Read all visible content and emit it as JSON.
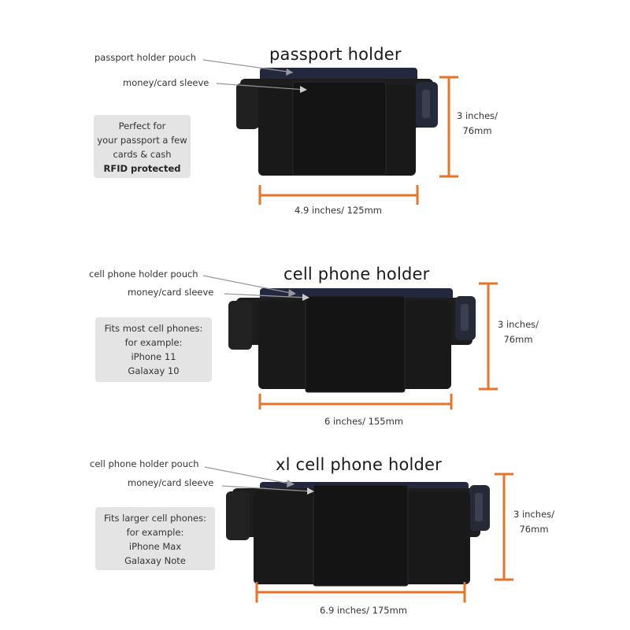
{
  "colors": {
    "accent": "#e8742a",
    "belt": "#1d1d1d",
    "pouch": "#23283f",
    "box": "#e4e4e4"
  },
  "products": [
    {
      "title": "passport holder",
      "pouch_label": "passport holder pouch",
      "sleeve_label": "money/card sleeve",
      "info": {
        "lines": [
          "Perfect for",
          "your passport a few",
          "cards & cash"
        ],
        "strong": "RFID protected"
      },
      "width_label": "4.9 inches/ 125mm",
      "height_label": [
        "3 inches/",
        "76mm"
      ]
    },
    {
      "title": "cell phone holder",
      "pouch_label": "cell phone holder pouch",
      "sleeve_label": "money/card sleeve",
      "info": {
        "lines": [
          "Fits most cell phones:",
          "for example:",
          "iPhone 11",
          "Galaxay 10"
        ],
        "strong": ""
      },
      "width_label": "6 inches/ 155mm",
      "height_label": [
        "3 inches/",
        "76mm"
      ]
    },
    {
      "title": "xl cell phone holder",
      "pouch_label": "cell phone holder pouch",
      "sleeve_label": "money/card sleeve",
      "info": {
        "lines": [
          "Fits larger cell phones:",
          "for example:",
          "iPhone Max",
          "Galaxay Note"
        ],
        "strong": ""
      },
      "width_label": "6.9 inches/ 175mm",
      "height_label": [
        "3 inches/",
        "76mm"
      ]
    }
  ]
}
